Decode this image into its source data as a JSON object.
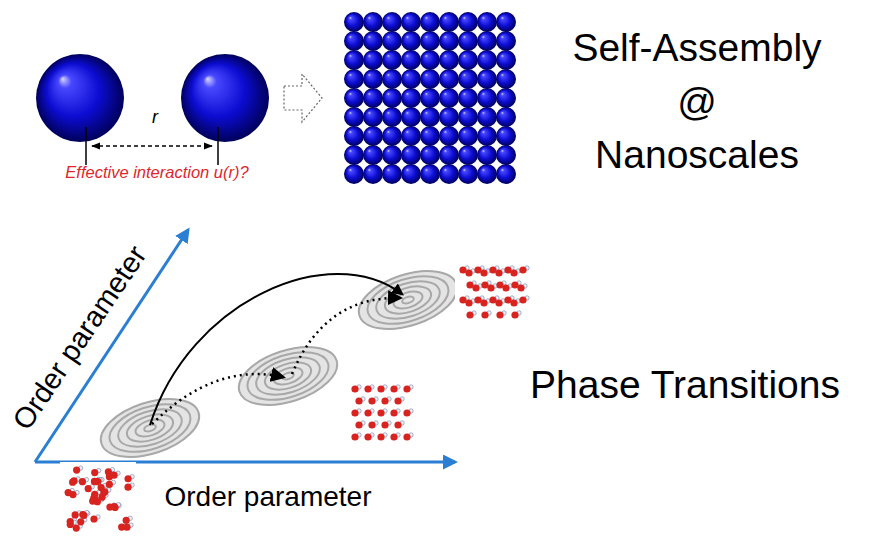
{
  "diagram": {
    "labels": [
      "r",
      "Effective interaction u(r)?",
      "Self-Assembly",
      "@",
      "Nanoscales",
      "Order parameter",
      "Order parameter",
      "Phase Transitions"
    ]
  }
}
